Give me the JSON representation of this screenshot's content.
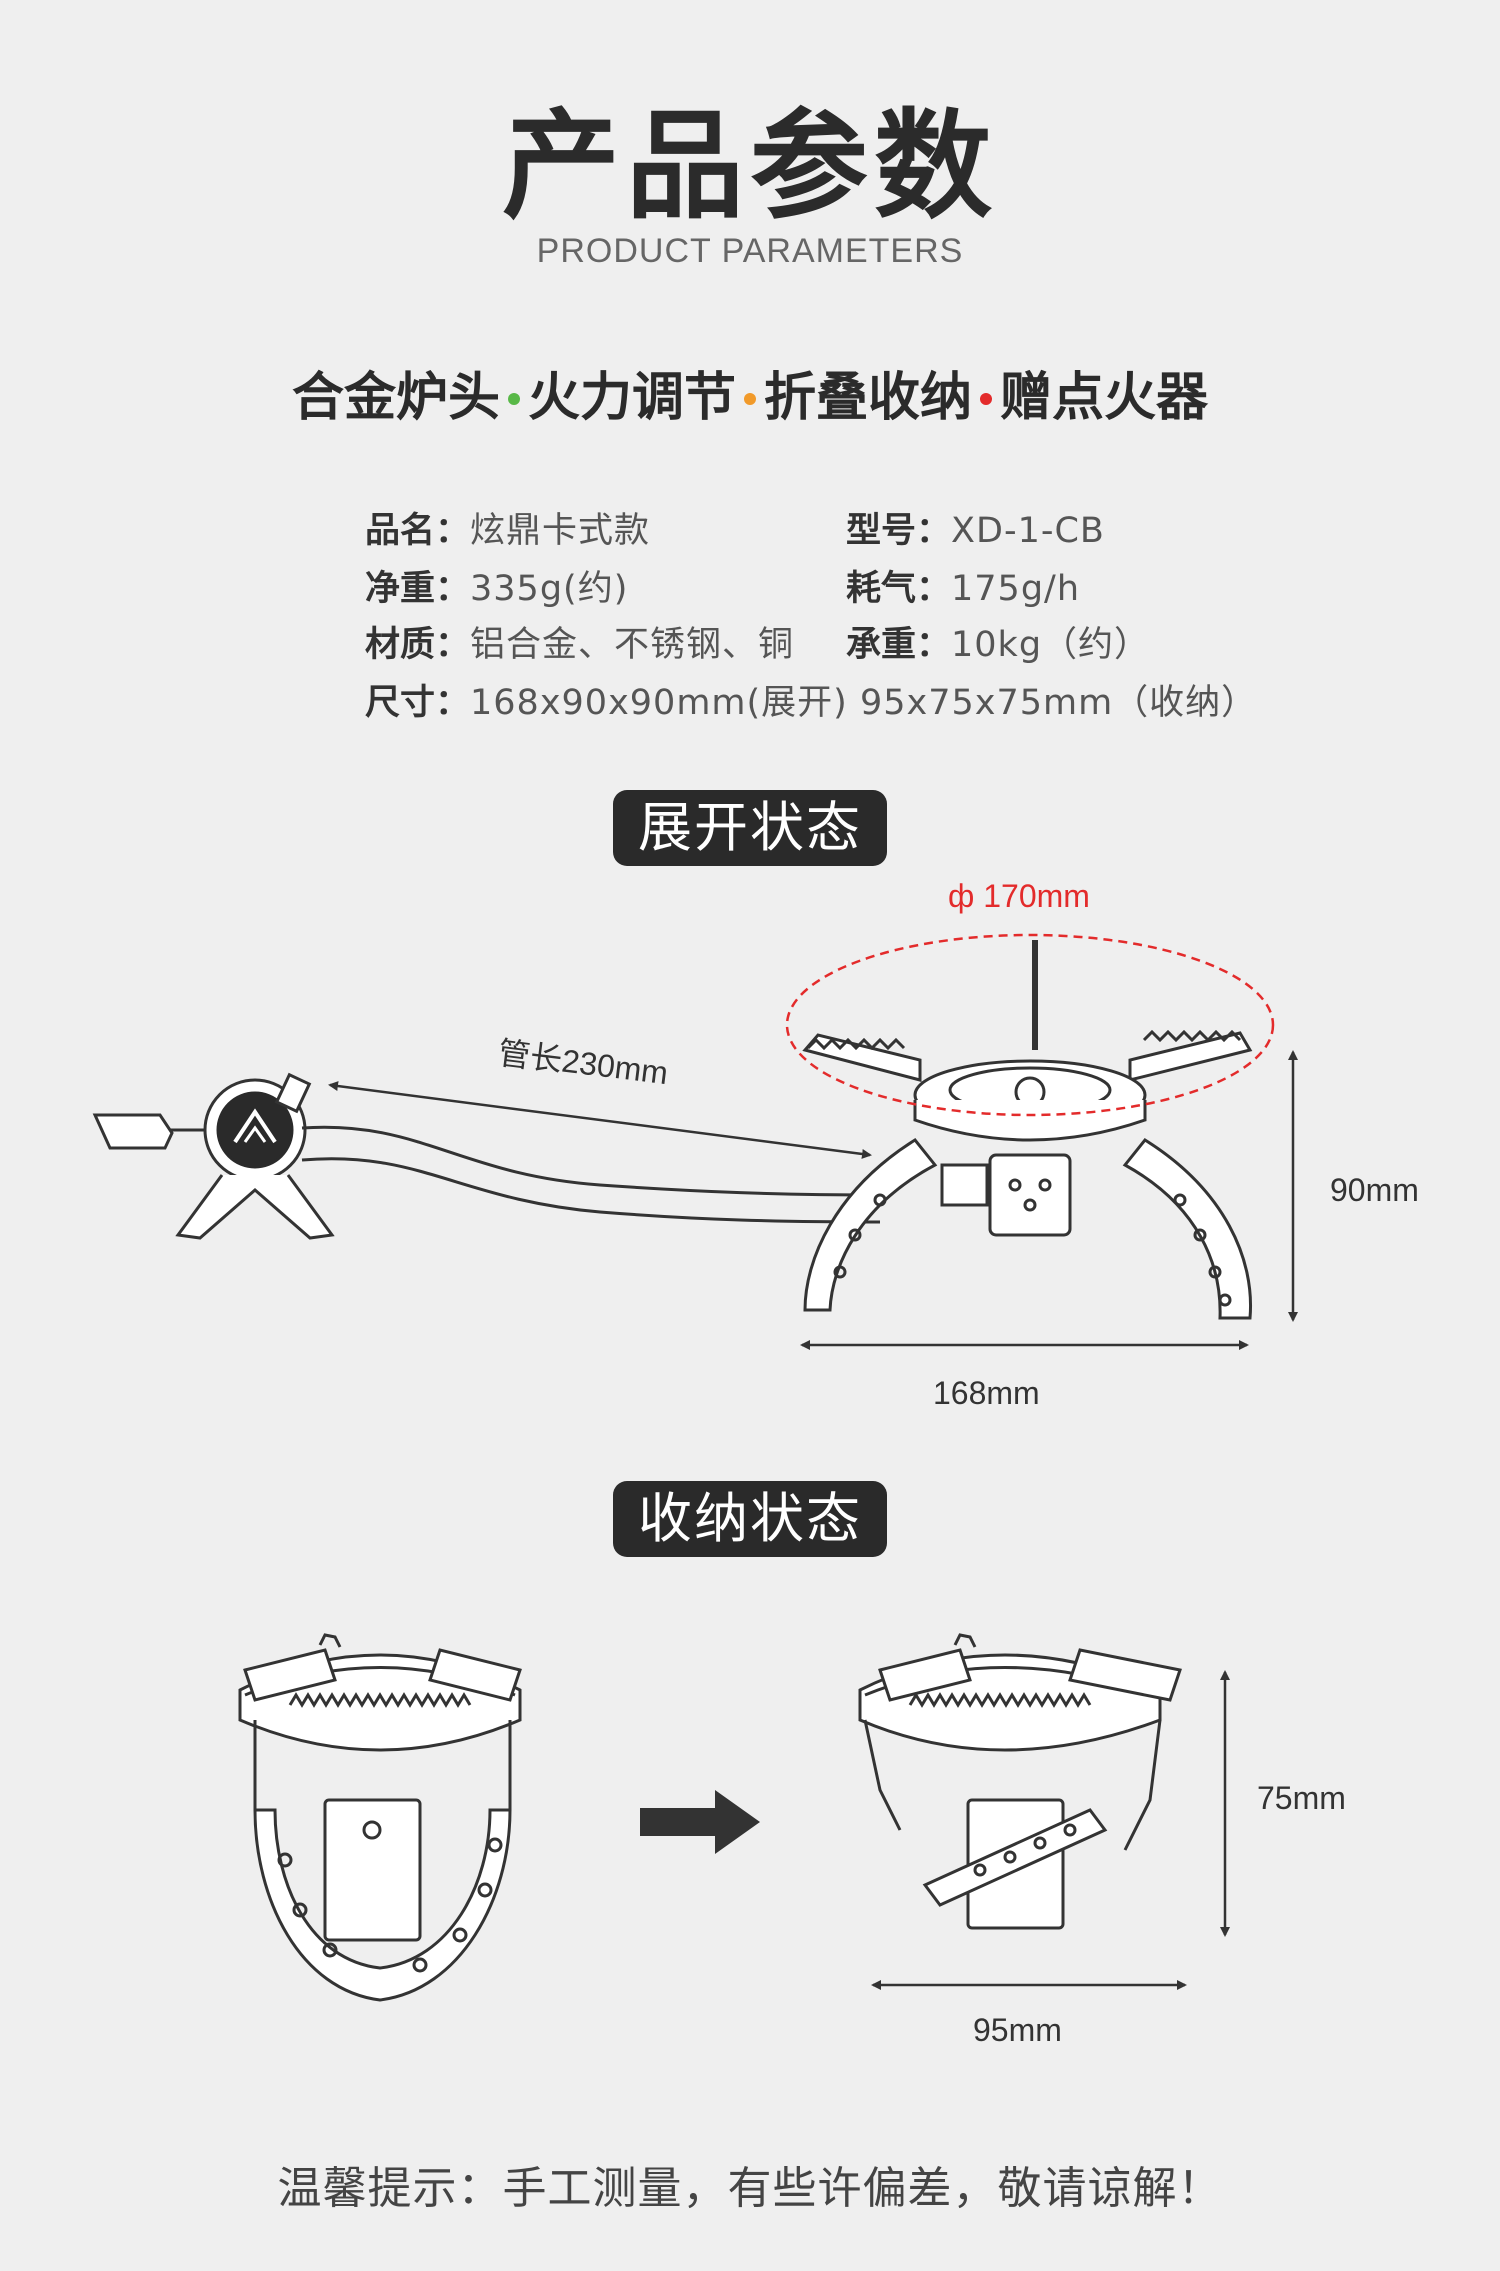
{
  "header": {
    "title": "产品参数",
    "subtitle": "PRODUCT PARAMETERS"
  },
  "features": [
    "合金炉头",
    "火力调节",
    "折叠收纳",
    "赠点火器"
  ],
  "feature_dot_colors": [
    "#58b847",
    "#f19a2a",
    "#e32b2b"
  ],
  "specs": {
    "name_label": "品名：",
    "name_value": "炫鼎卡式款",
    "model_label": "型号：",
    "model_value": "XD-1-CB",
    "weight_label": "净重：",
    "weight_value": "335g(约)",
    "gas_label": "耗气：",
    "gas_value": "175g/h",
    "material_label": "材质：",
    "material_value": "铝合金、不锈钢、铜",
    "load_label": "承重：",
    "load_value": "10kg（约）",
    "size_label": "尺寸：",
    "size_value": "168x90x90mm(展开) 95x75x75mm（收纳）"
  },
  "expanded": {
    "badge": "展开状态",
    "diameter": "ф 170mm",
    "hose": "管长230mm",
    "height": "90mm",
    "width": "168mm"
  },
  "folded": {
    "badge": "收纳状态",
    "height": "75mm",
    "width": "95mm"
  },
  "notice": "温馨提示：手工测量，有些许偏差，敬请谅解！",
  "colors": {
    "background": "#efefef",
    "badge": "#2a2a2a",
    "accent_red": "#e32b2b"
  }
}
